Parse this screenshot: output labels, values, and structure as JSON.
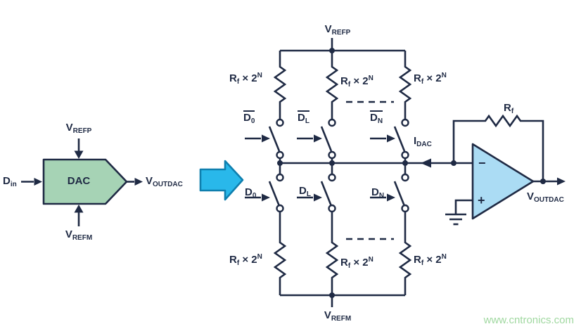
{
  "dac_block": {
    "label": "DAC"
  },
  "labels": {
    "d_in": {
      "base": "D",
      "sub": "in"
    },
    "v_refp": {
      "base": "V",
      "sub": "REFP"
    },
    "v_refm": {
      "base": "V",
      "sub": "REFM"
    },
    "v_outdac": {
      "base": "V",
      "sub": "OUTDAC"
    },
    "i_dac": {
      "base": "I",
      "sub": "DAC"
    },
    "r_f": {
      "base": "R",
      "sub": "f"
    },
    "r_unit": {
      "base": "R",
      "sub": "f",
      "mult": " × 2",
      "exp": "N"
    },
    "sw_top": [
      {
        "base": "D",
        "sub": "0",
        "overbar": true
      },
      {
        "base": "D",
        "sub": "L",
        "overbar": true
      },
      {
        "base": "D",
        "sub": "N",
        "overbar": true
      }
    ],
    "sw_bottom": [
      {
        "base": "D",
        "sub": "0"
      },
      {
        "base": "D",
        "sub": "L"
      },
      {
        "base": "D",
        "sub": "N"
      }
    ],
    "opamp_minus": "−",
    "opamp_plus": "+"
  },
  "watermark": "www.cntronics.com",
  "colors": {
    "wire": "#1f2a44",
    "dac_fill": "#a6d3b5",
    "arrow_fill": "#29b8ea",
    "arrow_stroke": "#0f7fae",
    "opamp_fill": "#abdcf4",
    "watermark": "#a0d8a0"
  }
}
